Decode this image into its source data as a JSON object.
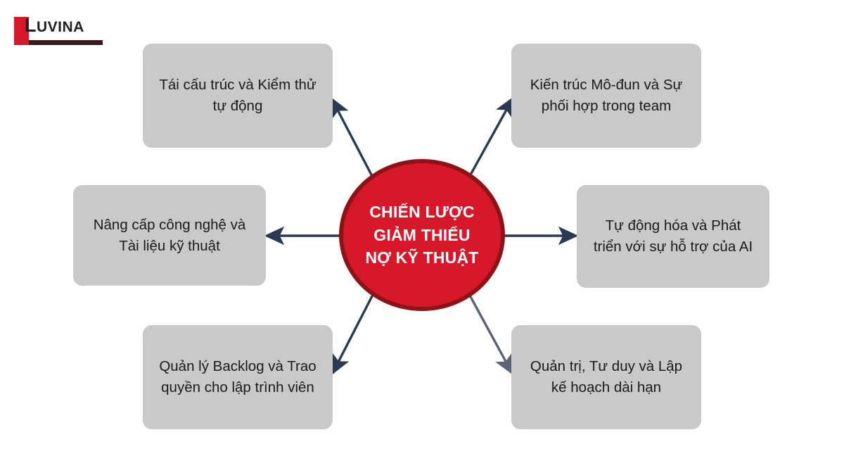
{
  "logo": {
    "name": "Luvina",
    "wordmark_lead": "L",
    "wordmark_rest": "UVINA",
    "mark_color": "#d7172a",
    "text_color": "#231f20"
  },
  "diagram": {
    "type": "hub-and-spoke",
    "hub": {
      "title_line_1": "CHIẾN LƯỢC",
      "title_line_2": "GIẢM THIỂU",
      "title_line_3": "NỢ KỸ THUẬT",
      "fill_color": "#d7172a",
      "border_color": "#8e1317",
      "text_color": "#ffffff"
    },
    "node_fill_color": "#c9c9c9",
    "node_text_color": "#1a1a1a",
    "connector_color": "#2b3a54",
    "connector_color_alt": "#5a6472",
    "nodes": [
      {
        "id": "top-left",
        "line_1": "Tái cấu trúc và Kiểm thử",
        "line_2": "tự động",
        "arrow_direction": "up-left",
        "arrow_color": "#2b3a54"
      },
      {
        "id": "top-right",
        "line_1": "Kiến trúc Mô-đun và Sự",
        "line_2": "phối hợp trong team",
        "arrow_direction": "up-right",
        "arrow_color": "#2b3a54"
      },
      {
        "id": "mid-left",
        "line_1": "Nâng cấp công nghệ và",
        "line_2": "Tài liệu kỹ thuật",
        "arrow_direction": "left",
        "arrow_color": "#2b3a54"
      },
      {
        "id": "mid-right",
        "line_1": "Tự động hóa và Phát",
        "line_2": "triển với sự hỗ trợ của AI",
        "arrow_direction": "right",
        "arrow_color": "#2b3a54"
      },
      {
        "id": "bottom-left",
        "line_1": "Quản lý Backlog và Trao",
        "line_2": "quyền cho lập trình viên",
        "arrow_direction": "down-left",
        "arrow_color": "#2b3a54"
      },
      {
        "id": "bottom-right",
        "line_1": "Quản trị, Tư duy và Lập",
        "line_2": "kế hoạch dài hạn",
        "arrow_direction": "down-right",
        "arrow_color": "#5a6472"
      }
    ]
  }
}
